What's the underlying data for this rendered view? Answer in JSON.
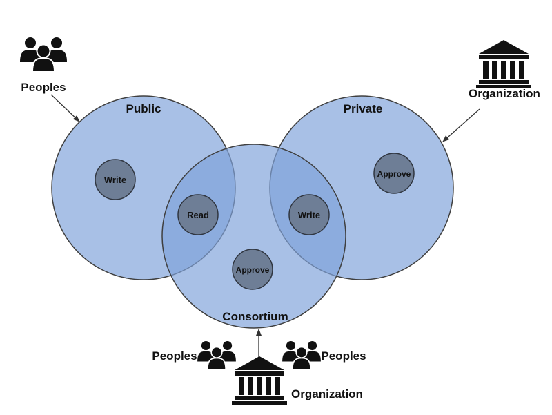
{
  "colors": {
    "circle_fill": "#7fa2da",
    "circle_stroke": "#3f3f3f",
    "node_fill": "#6e7e96",
    "node_stroke": "#303640",
    "icon": "#111111"
  },
  "circles": {
    "public": {
      "label": "Public"
    },
    "private": {
      "label": "Private"
    },
    "consortium": {
      "label": "Consortium"
    }
  },
  "nodes": {
    "public_write": "Write",
    "shared_read": "Read",
    "shared_write": "Write",
    "private_approve": "Approve",
    "consortium_approve": "Approve"
  },
  "actors": {
    "public_peoples": {
      "label": "Peoples",
      "icon": "people-group-icon"
    },
    "private_organization": {
      "label": "Organization",
      "icon": "institution-building-icon"
    },
    "consortium_peoples_left": {
      "label": "Peoples",
      "icon": "people-group-icon"
    },
    "consortium_peoples_right": {
      "label": "Peoples",
      "icon": "people-group-icon"
    },
    "consortium_organization": {
      "label": "Organization",
      "icon": "institution-building-icon"
    }
  }
}
